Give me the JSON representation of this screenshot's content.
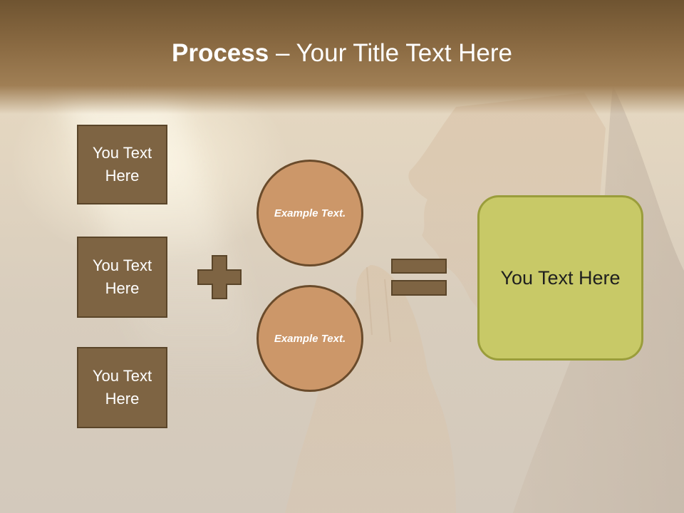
{
  "slide": {
    "title": {
      "bold": "Process",
      "separator": " – ",
      "rest": "Your Title Text Here"
    },
    "inputs": [
      {
        "text": "You Text Here"
      },
      {
        "text": "You Text Here"
      },
      {
        "text": "You Text Here"
      }
    ],
    "circles": [
      {
        "text": "Example Text."
      },
      {
        "text": "Example Text."
      }
    ],
    "result": {
      "text": "You Text Here"
    }
  },
  "colors": {
    "header": "#8a6a42",
    "box_fill": "#7e6443",
    "box_border": "#5a4529",
    "circle_fill": "#cc9769",
    "circle_border": "#6a4b2b",
    "result_fill": "#c8c967",
    "result_border": "#9a9d3b",
    "operator_fill": "#7e6443"
  },
  "icons": [
    "plus-icon",
    "equals-icon"
  ]
}
